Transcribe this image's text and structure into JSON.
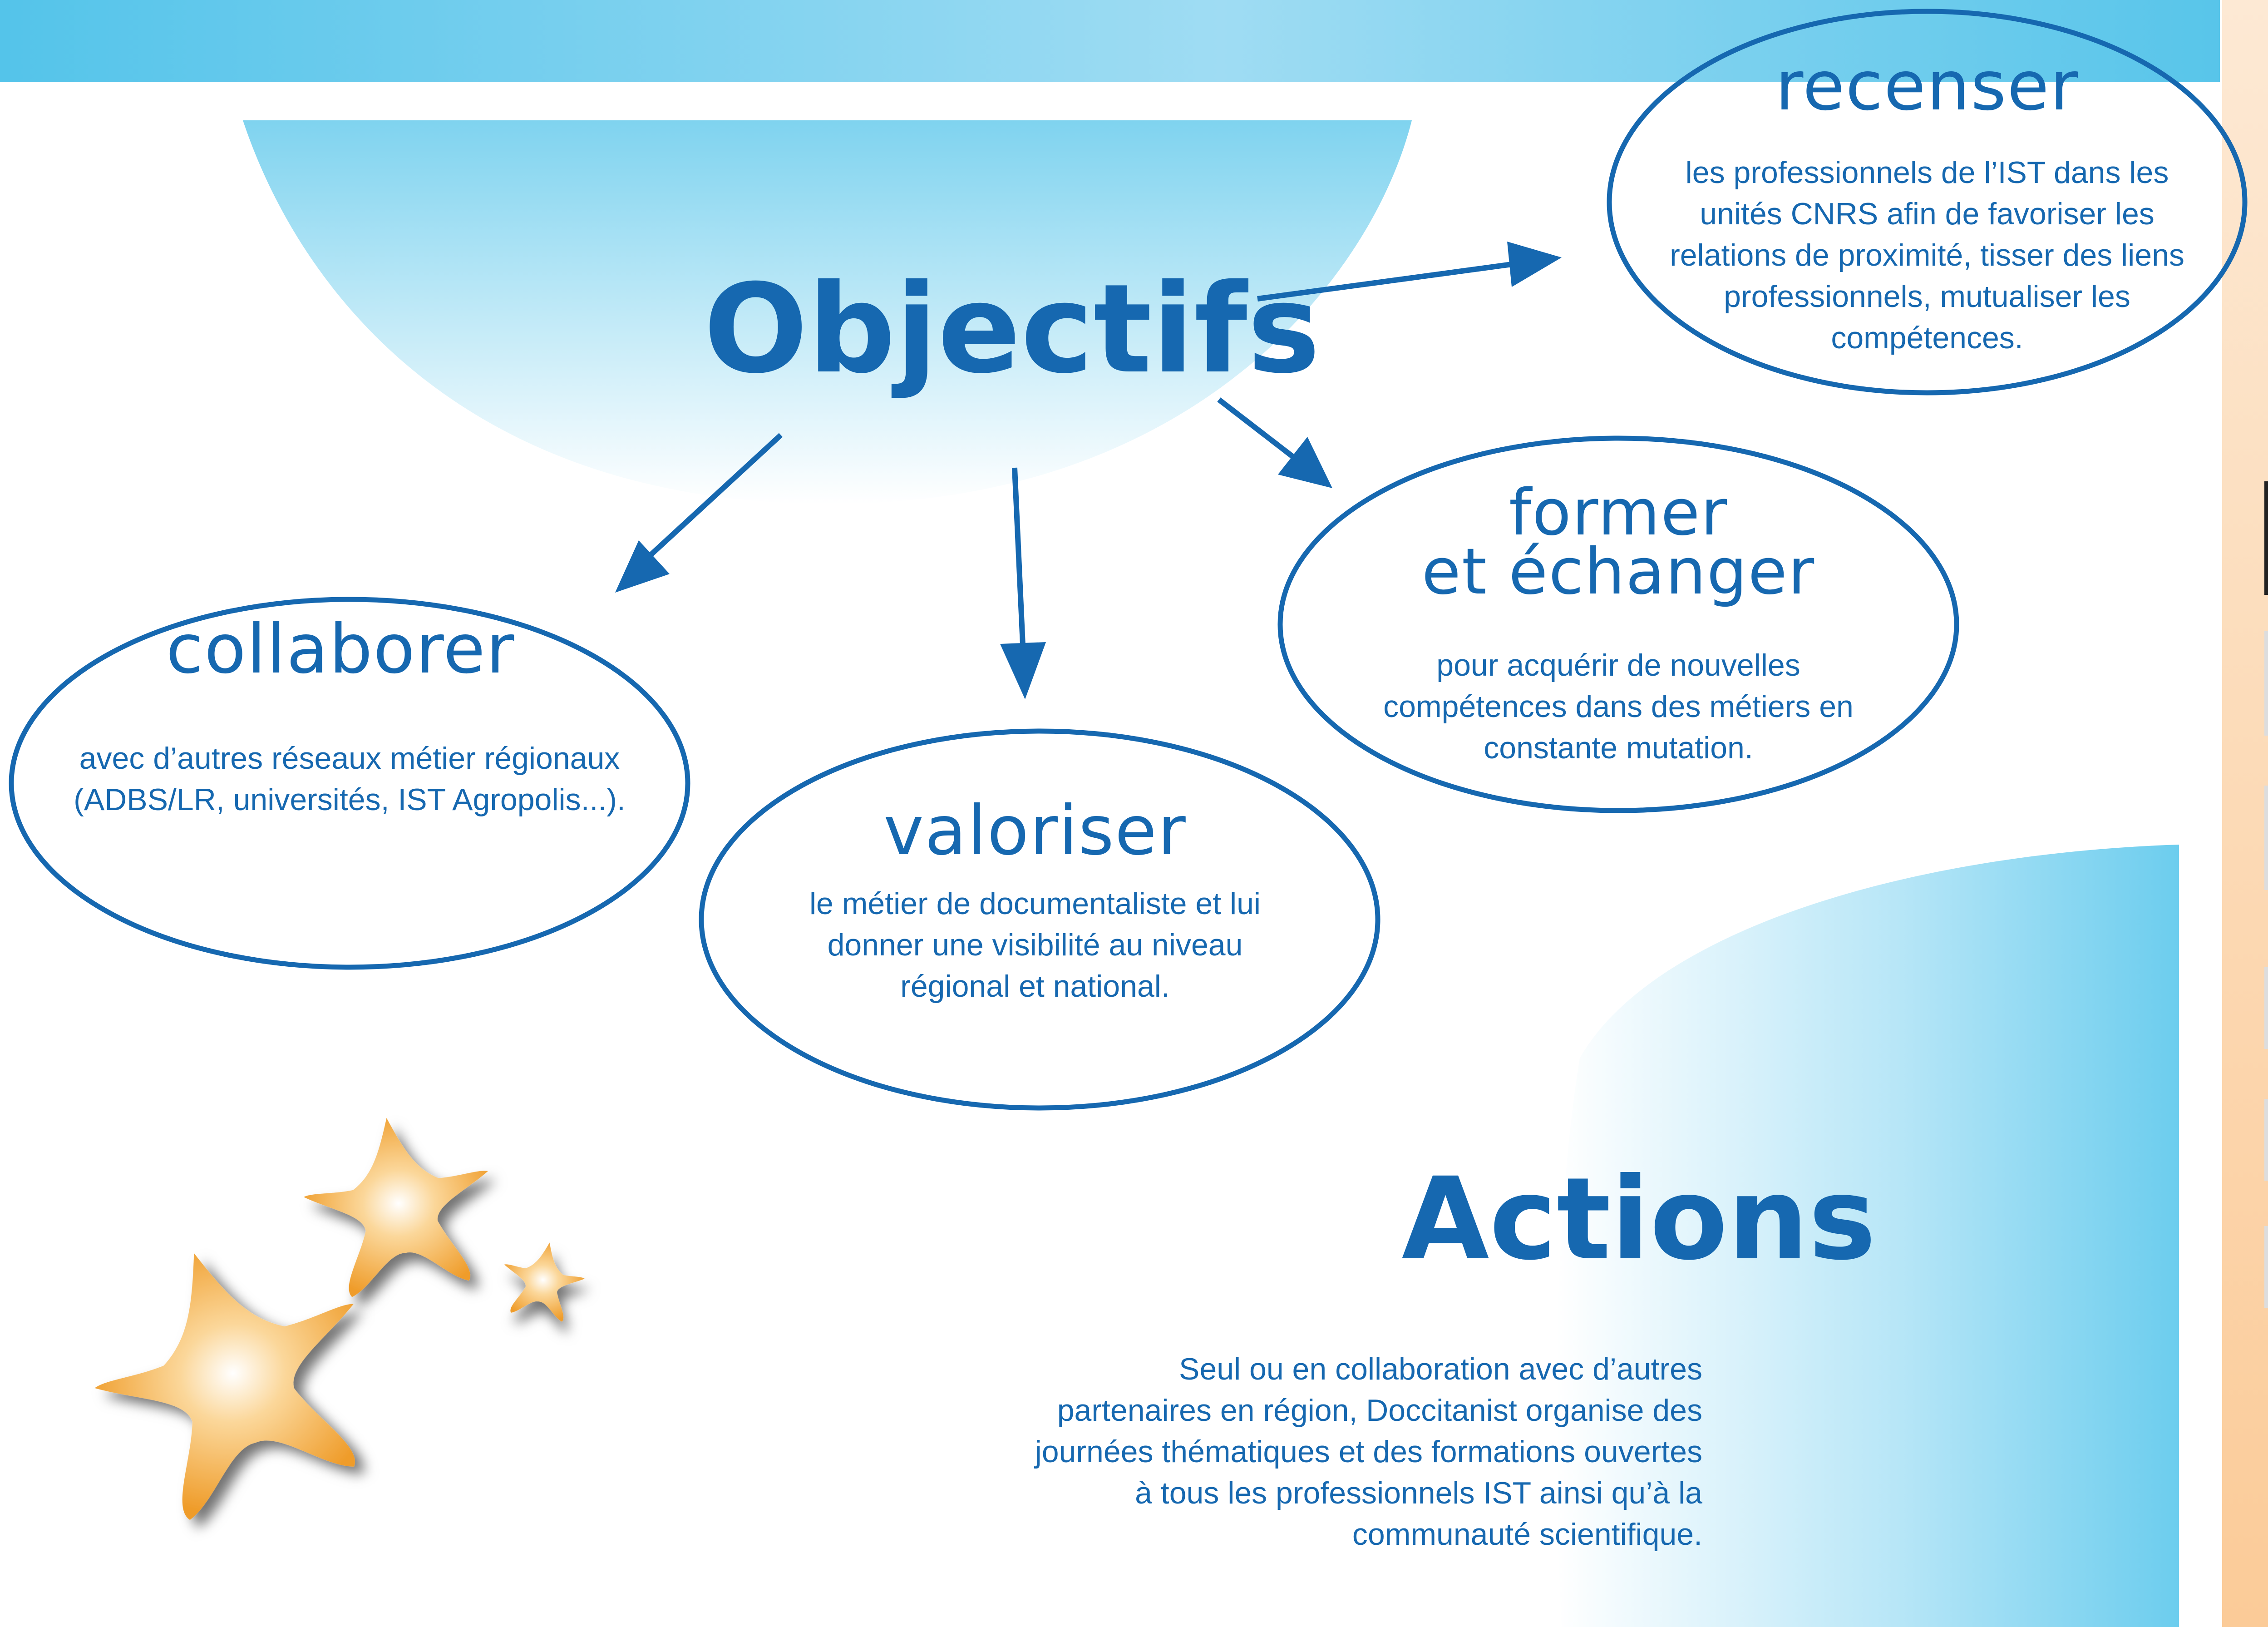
{
  "page": {
    "colors": {
      "accent_blue": "#1668b0",
      "light_blue": "#7fd3ef",
      "star_orange": "#f0a93a",
      "side_peach": "#fbd3a8"
    }
  },
  "objectives": {
    "title": "Objectifs",
    "items": [
      {
        "key": "recenser",
        "title": "recenser",
        "text": "les professionnels de l’IST dans les unités CNRS afin  de favoriser les relations de proximité, tisser des liens professionnels, mutualiser les compétences."
      },
      {
        "key": "former",
        "title_line1": "former",
        "title_line2": "et échanger",
        "text": "pour acquérir de nouvelles compétences dans des métiers en constante mutation."
      },
      {
        "key": "collaborer",
        "title": "collaborer",
        "text": "avec d’autres réseaux métier régionaux (ADBS/LR, universités, IST Agropolis...)."
      },
      {
        "key": "valoriser",
        "title": "valoriser",
        "text": "le métier de documentaliste et lui donner une visibilité au niveau régional et national."
      }
    ]
  },
  "actions": {
    "title": "Actions",
    "text": "Seul ou en collaboration avec d’autres partenaires en région, Doccitanist organise des journées thématiques et des formations ouvertes à tous les professionnels IST ainsi qu’à la communauté scientifique."
  },
  "decorations": {
    "icons": [
      "large-star-icon",
      "medium-star-icon",
      "small-star-icon"
    ]
  }
}
